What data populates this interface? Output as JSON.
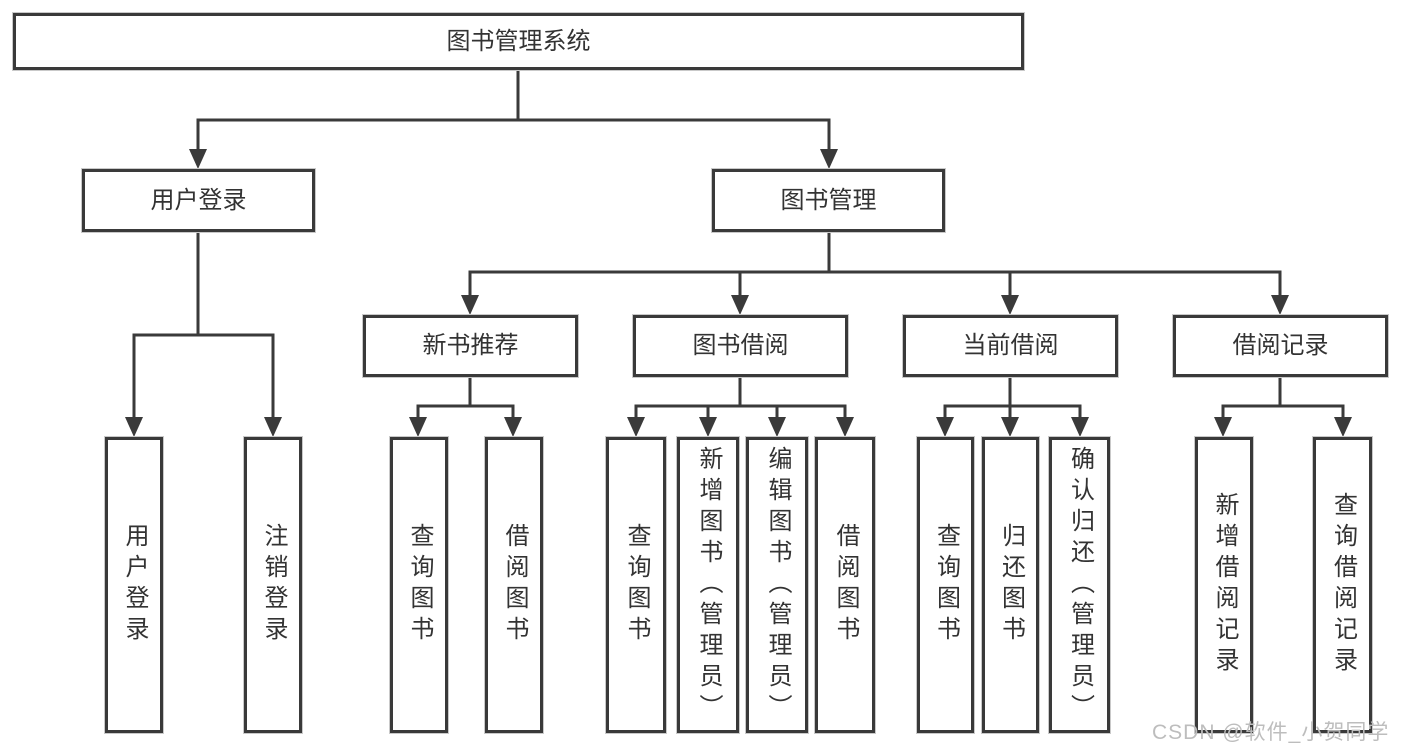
{
  "diagram": {
    "title": "图书管理系统",
    "type": "hierarchy-tree"
  },
  "tree": {
    "label": "图书管理系统",
    "children": [
      {
        "label": "用户登录",
        "children": [
          {
            "label": "用户登录"
          },
          {
            "label": "注销登录"
          }
        ]
      },
      {
        "label": "图书管理",
        "children": [
          {
            "label": "新书推荐",
            "children": [
              {
                "label": "查询图书"
              },
              {
                "label": "借阅图书"
              }
            ]
          },
          {
            "label": "图书借阅",
            "children": [
              {
                "label": "查询图书"
              },
              {
                "label": "新增图书（管理员）"
              },
              {
                "label": "编辑图书（管理员）"
              },
              {
                "label": "借阅图书"
              }
            ]
          },
          {
            "label": "当前借阅",
            "children": [
              {
                "label": "查询图书"
              },
              {
                "label": "归还图书"
              },
              {
                "label": "确认归还（管理员）"
              }
            ]
          },
          {
            "label": "借阅记录",
            "children": [
              {
                "label": "新增借阅记录"
              },
              {
                "label": "查询借阅记录"
              }
            ]
          }
        ]
      }
    ]
  },
  "watermark": {
    "text": "CSDN @软件_小贺同学",
    "color": "#bdbdbd"
  },
  "colors": {
    "line": "#3a3a3a",
    "box_border": "#3a3a3a",
    "text": "#333333",
    "background": "#ffffff"
  }
}
